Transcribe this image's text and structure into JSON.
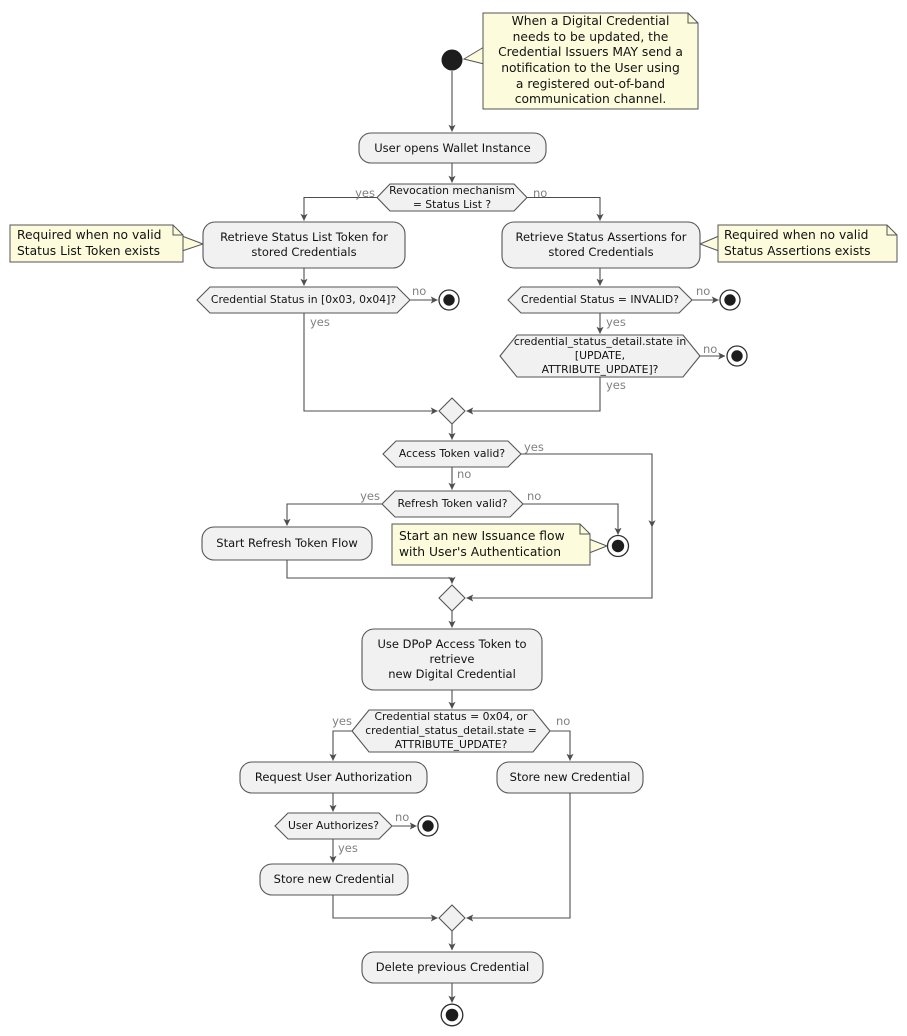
{
  "activities": {
    "open_wallet": "User opens Wallet Instance",
    "retrieve_status_list": "Retrieve Status List Token for\nstored Credentials",
    "retrieve_status_assertions": "Retrieve Status Assertions for\nstored Credentials",
    "start_refresh_flow": "Start Refresh Token Flow",
    "use_dpop": "Use DPoP Access Token to\nretrieve\nnew Digital Credential",
    "request_user_auth": "Request User Authorization",
    "store_credential_right": "Store new Credential",
    "store_credential_left": "Store new Credential",
    "delete_previous": "Delete previous Credential"
  },
  "decisions": {
    "revocation": {
      "text": "Revocation mechanism\n= Status List ?",
      "yes": "yes",
      "no": "no"
    },
    "status_list_range": {
      "text": "Credential Status in [0x03, 0x04]?",
      "yes": "yes",
      "no": "no"
    },
    "status_invalid": {
      "text": "Credential Status = INVALID?",
      "yes": "yes",
      "no": "no"
    },
    "status_detail_state": {
      "text": "credential_status_detail.state in\n[UPDATE,\nATTRIBUTE_UPDATE]?",
      "yes": "yes",
      "no": "no"
    },
    "access_token_valid": {
      "text": "Access Token valid?",
      "yes": "yes",
      "no": "no"
    },
    "refresh_token_valid": {
      "text": "Refresh Token valid?",
      "yes": "yes",
      "no": "no"
    },
    "attribute_update": {
      "text": "Credential status = 0x04, or\ncredential_status_detail.state =\nATTRIBUTE_UPDATE?",
      "yes": "yes",
      "no": "no"
    },
    "user_authorizes": {
      "text": "User Authorizes?",
      "yes": "yes",
      "no": "no"
    }
  },
  "notes": {
    "issuer_notification": "When a Digital Credential\nneeds to be updated, the\nCredential Issuers MAY send a\nnotification to the User using\na registered out-of-band\ncommunication channel.",
    "status_list_required": "Required when no valid\nStatus List Token exists",
    "status_assertions_required": "Required when no valid\nStatus Assertions exists",
    "new_issuance": "Start an new Issuance flow\nwith User's Authentication"
  },
  "colors": {
    "background": "#FFFFFF",
    "activity_fill": "#F1F1F1",
    "note_fill": "#FCFCDC",
    "shape_border": "#555555",
    "arrow": "#4E4E4E",
    "branch_label": "#808080",
    "text": "#121212",
    "terminal": "#1D1D1D"
  }
}
